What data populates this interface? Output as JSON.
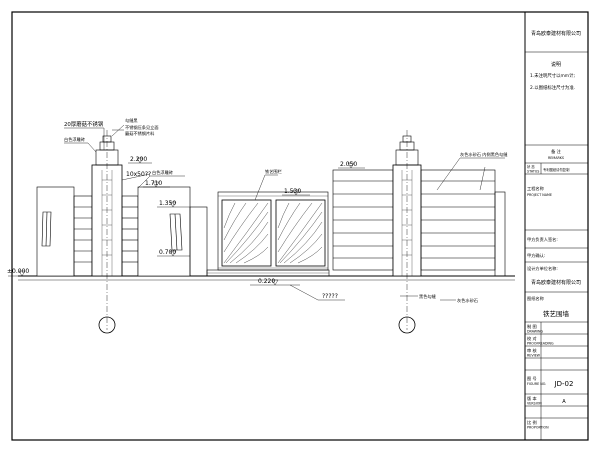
{
  "drawing": {
    "dims": {
      "elev_0": "±0.000",
      "elev_0700": "0.700",
      "elev_1350": "1.350",
      "elev_1530": "1.530",
      "elev_1710": "1.710",
      "elev_2050": "2.050",
      "elev_2200": "2.200",
      "dim_0220": "0.220",
      "dim_10x50": "10x50??",
      "dim_qqq": "?????"
    },
    "annotations": {
      "note_20": "20厚蘑菇不锈钢",
      "note_blackseam": "勾缝黑",
      "note_stainless_a": "不锈钢压条见立面",
      "note_stainless_b": "蘑菇不锈钢片料",
      "note_white_left": "白色浮雕砖",
      "note_white_mid": "白色浮雕砖",
      "note_ironfence": "铁艺围栏",
      "note_gray_stone": "灰色水砂石 内侧黑色勾缝",
      "note_black_seam2": "黑色勾缝",
      "note_gray_stone2": "灰色水砂石"
    }
  },
  "title_block": {
    "company": "青岛欧泰建材有限公司",
    "notes_title": "说明",
    "note_1": "1.未注明尺寸以mm计;",
    "note_2": "2.以图纸标注尺寸为准.",
    "remark_label": "备 注",
    "remark_en": "REMARKS",
    "status_label": "状 态",
    "status_en": "STATUS",
    "status_value": "专利图纸请勿复制",
    "project_label": "工程名称",
    "project_en": "PROJECT NAME",
    "owner_sign": "甲方负责人签名:",
    "owner_confirm": "甲方确认:",
    "designer_label": "设计方单位名称:",
    "designer_name": "青岛欧泰建材有限公司",
    "drawing_name_label": "图纸名称",
    "drawing_name": "铁艺围墙",
    "rows": [
      {
        "cn": "制 图",
        "en": "DRAWING",
        "value": ""
      },
      {
        "cn": "校 对",
        "en": "PROOFREADING",
        "value": ""
      },
      {
        "cn": "审 核",
        "en": "REVIEW",
        "value": ""
      },
      {
        "cn": "图 号",
        "en": "FIGURE NO.",
        "value": "JD-02"
      },
      {
        "cn": "版 本",
        "en": "VERSION",
        "value": "A"
      },
      {
        "cn": "比 例",
        "en": "PROPORTION",
        "value": ""
      }
    ]
  }
}
